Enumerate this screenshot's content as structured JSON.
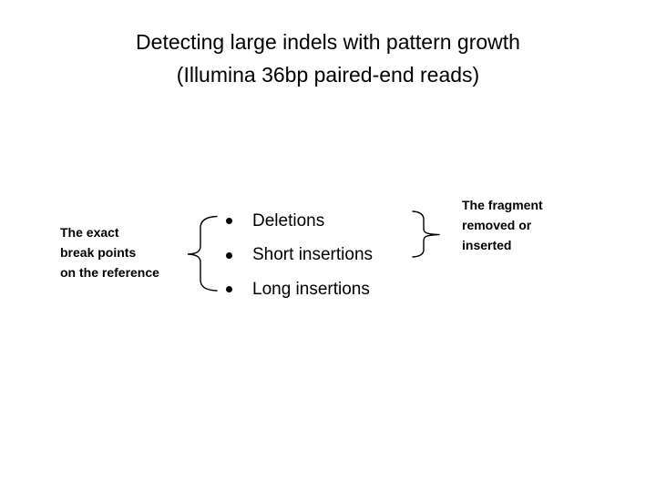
{
  "slide": {
    "title": {
      "line1": "Detecting large indels with pattern growth",
      "line2": "(Illumina 36bp paired-end reads)"
    },
    "left_callout": {
      "line1": "The exact",
      "line2": "break points",
      "line3": "on the reference"
    },
    "bullets": [
      "Deletions",
      "Short insertions",
      "Long insertions"
    ],
    "right_callout": {
      "line1": "The fragment",
      "line2": "removed or",
      "line3": "inserted"
    },
    "colors": {
      "background": "#ffffff",
      "text": "#000000"
    }
  }
}
